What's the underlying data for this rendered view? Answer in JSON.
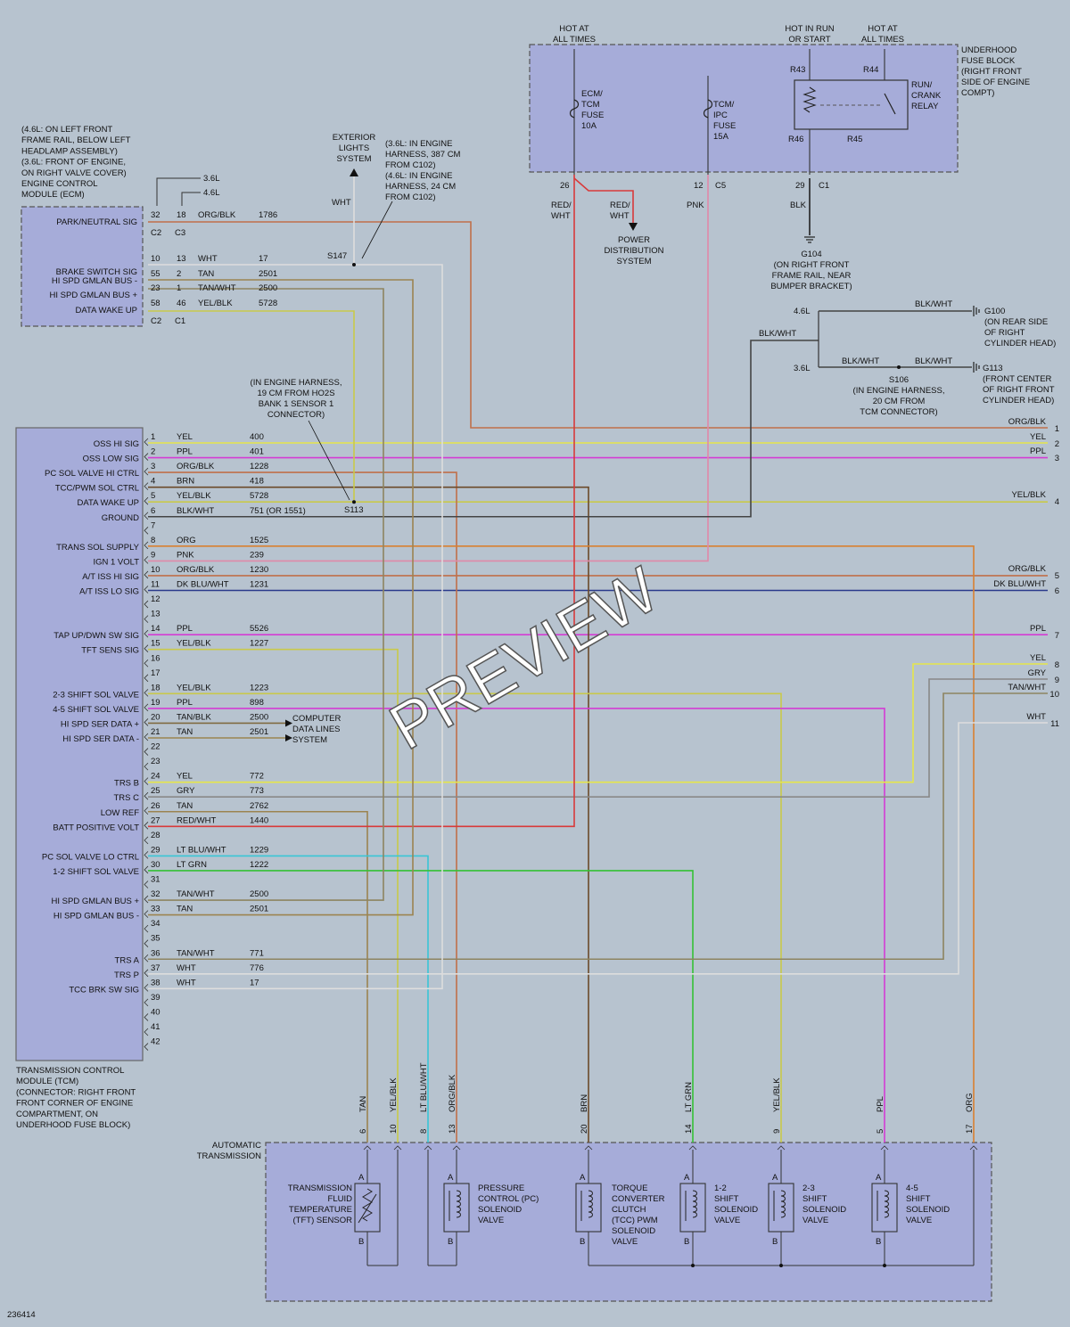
{
  "doc_id": "236414",
  "watermark": "PREVIEW",
  "colors": {
    "ORG/BLK": "#c0704a",
    "YEL": "#e6e64a",
    "PPL": "#d43cd4",
    "BRN": "#6b4a2a",
    "YEL/BLK": "#c9c94a",
    "BLK/WHT": "#444444",
    "ORG": "#d98030",
    "PNK": "#e089a8",
    "DK BLU/WHT": "#2a3a8c",
    "TAN": "#9c8450",
    "TAN/WHT": "#8d8460",
    "TAN/BLK": "#806a40",
    "GRY": "#888888",
    "RED/WHT": "#d83a3a",
    "LT BLU/WHT": "#39c5d6",
    "LT GRN": "#35c135",
    "WHT": "#dddddd",
    "BLK": "#222222"
  },
  "ecm": {
    "desc": [
      "(4.6L: ON LEFT FRONT",
      "FRAME RAIL, BELOW LEFT",
      "HEADLAMP ASSEMBLY)",
      "(3.6L: FRONT OF ENGINE,",
      "ON RIGHT VALVE COVER)",
      "ENGINE CONTROL",
      "MODULE (ECM)"
    ],
    "label_36": "3.6L",
    "label_46": "4.6L",
    "conn_a": "C2",
    "conn_b": "C3",
    "conn_c": "C2",
    "conn_d": "C1",
    "rows": [
      {
        "func": "PARK/NEUTRAL SIG",
        "p36": "32",
        "p46": "18",
        "color": "ORG/BLK",
        "circuit": "1786"
      },
      {
        "func": "",
        "p36": "10",
        "p46": "13",
        "color": "WHT",
        "circuit": "17"
      },
      {
        "func": "BRAKE SWITCH SIG",
        "p36": "",
        "p46": "",
        "color": "",
        "circuit": ""
      },
      {
        "func": "HI SPD GMLAN BUS -",
        "p36": "55",
        "p46": "2",
        "color": "TAN",
        "circuit": "2501"
      },
      {
        "func": "HI SPD GMLAN BUS +",
        "p36": "23",
        "p46": "1",
        "color": "TAN/WHT",
        "circuit": "2500"
      },
      {
        "func": "DATA WAKE UP",
        "p36": "58",
        "p46": "46",
        "color": "YEL/BLK",
        "circuit": "5728"
      }
    ]
  },
  "exterior": {
    "title": [
      "EXTERIOR",
      "LIGHTS",
      "SYSTEM"
    ],
    "wire": "WHT",
    "splice": "S147",
    "note": [
      "(3.6L: IN ENGINE",
      "HARNESS, 387 CM",
      "FROM C102)",
      "(4.6L: IN ENGINE",
      "HARNESS, 24 CM",
      "FROM C102)"
    ]
  },
  "fuse_block": {
    "title": [
      "UNDERHOOD",
      "FUSE BLOCK",
      "(RIGHT FRONT",
      "SIDE OF ENGINE",
      "COMPT)"
    ],
    "hot1": [
      "HOT AT",
      "ALL TIMES"
    ],
    "hot2": [
      "HOT IN RUN",
      "OR START"
    ],
    "hot3": [
      "HOT AT",
      "ALL TIMES"
    ],
    "fuse1": [
      "ECM/",
      "TCM",
      "FUSE",
      "10A"
    ],
    "fuse2": [
      "TCM/",
      "IPC",
      "FUSE",
      "15A"
    ],
    "relay": [
      "RUN/",
      "CRANK",
      "RELAY"
    ],
    "r43": "R43",
    "r44": "R44",
    "r46": "R46",
    "r45": "R45",
    "pin26": "26",
    "pin12": "12",
    "conn12": "C5",
    "pin29": "29",
    "conn29": "C1",
    "w_redwht1": [
      "RED/",
      "WHT"
    ],
    "w_redwht2": [
      "RED/",
      "WHT"
    ],
    "w_pnk": "PNK",
    "w_blk": "BLK",
    "power": [
      "POWER",
      "DISTRIBUTION",
      "SYSTEM"
    ],
    "g104": [
      "G104",
      "(ON RIGHT FRONT",
      "FRAME RAIL, NEAR",
      "BUMPER BRACKET)"
    ]
  },
  "ground_right": {
    "l46": "4.6L",
    "l36": "3.6L",
    "blkwht1": "BLK/WHT",
    "blkwht2": "BLK/WHT",
    "blkwht3": "BLK/WHT",
    "blkwht4": "BLK/WHT",
    "g100": [
      "G100",
      "(ON REAR SIDE",
      "OF RIGHT",
      "CYLINDER HEAD)"
    ],
    "g113": [
      "G113",
      "(FRONT CENTER",
      "OF RIGHT FRONT",
      "CYLINDER HEAD)"
    ],
    "s106": [
      "S106",
      "(IN ENGINE HARNESS,",
      "20 CM FROM",
      "TCM CONNECTOR)"
    ]
  },
  "s113": {
    "label": "S113",
    "note": [
      "(IN ENGINE HARNESS,",
      "19 CM FROM HO2S",
      "BANK 1 SENSOR 1",
      "CONNECTOR)"
    ]
  },
  "tcm": {
    "desc": [
      "TRANSMISSION CONTROL",
      "MODULE (TCM)",
      "(CONNECTOR: RIGHT FRONT",
      "FRONT CORNER OF ENGINE",
      "COMPARTMENT, ON",
      "UNDERHOOD FUSE BLOCK)"
    ],
    "pins": [
      {
        "pin": "1",
        "func": "OSS HI SIG",
        "color": "YEL",
        "circuit": "400"
      },
      {
        "pin": "2",
        "func": "OSS LOW SIG",
        "color": "PPL",
        "circuit": "401"
      },
      {
        "pin": "3",
        "func": "PC SOL VALVE HI CTRL",
        "color": "ORG/BLK",
        "circuit": "1228"
      },
      {
        "pin": "4",
        "func": "TCC/PWM SOL CTRL",
        "color": "BRN",
        "circuit": "418"
      },
      {
        "pin": "5",
        "func": "DATA WAKE UP",
        "color": "YEL/BLK",
        "circuit": "5728"
      },
      {
        "pin": "6",
        "func": "GROUND",
        "color": "BLK/WHT",
        "circuit": "751 (OR 1551)"
      },
      {
        "pin": "7",
        "func": "",
        "color": "",
        "circuit": ""
      },
      {
        "pin": "8",
        "func": "TRANS SOL SUPPLY",
        "color": "ORG",
        "circuit": "1525"
      },
      {
        "pin": "9",
        "func": "IGN 1 VOLT",
        "color": "PNK",
        "circuit": "239"
      },
      {
        "pin": "10",
        "func": "A/T ISS HI SIG",
        "color": "ORG/BLK",
        "circuit": "1230"
      },
      {
        "pin": "11",
        "func": "A/T ISS LO SIG",
        "color": "DK BLU/WHT",
        "circuit": "1231"
      },
      {
        "pin": "12",
        "func": "",
        "color": "",
        "circuit": ""
      },
      {
        "pin": "13",
        "func": "",
        "color": "",
        "circuit": ""
      },
      {
        "pin": "14",
        "func": "TAP UP/DWN SW SIG",
        "color": "PPL",
        "circuit": "5526"
      },
      {
        "pin": "15",
        "func": "TFT SENS SIG",
        "color": "YEL/BLK",
        "circuit": "1227"
      },
      {
        "pin": "16",
        "func": "",
        "color": "",
        "circuit": ""
      },
      {
        "pin": "17",
        "func": "",
        "color": "",
        "circuit": ""
      },
      {
        "pin": "18",
        "func": "2-3 SHIFT SOL VALVE",
        "color": "YEL/BLK",
        "circuit": "1223"
      },
      {
        "pin": "19",
        "func": "4-5 SHIFT SOL VALVE",
        "color": "PPL",
        "circuit": "898"
      },
      {
        "pin": "20",
        "func": "HI SPD SER DATA +",
        "color": "TAN/BLK",
        "circuit": "2500"
      },
      {
        "pin": "21",
        "func": "HI SPD SER DATA -",
        "color": "TAN",
        "circuit": "2501"
      },
      {
        "pin": "22",
        "func": "",
        "color": "",
        "circuit": ""
      },
      {
        "pin": "23",
        "func": "",
        "color": "",
        "circuit": ""
      },
      {
        "pin": "24",
        "func": "TRS B",
        "color": "YEL",
        "circuit": "772"
      },
      {
        "pin": "25",
        "func": "TRS C",
        "color": "GRY",
        "circuit": "773"
      },
      {
        "pin": "26",
        "func": "LOW REF",
        "color": "TAN",
        "circuit": "2762"
      },
      {
        "pin": "27",
        "func": "BATT POSITIVE VOLT",
        "color": "RED/WHT",
        "circuit": "1440"
      },
      {
        "pin": "28",
        "func": "",
        "color": "",
        "circuit": ""
      },
      {
        "pin": "29",
        "func": "PC SOL VALVE LO CTRL",
        "color": "LT BLU/WHT",
        "circuit": "1229"
      },
      {
        "pin": "30",
        "func": "1-2 SHIFT SOL VALVE",
        "color": "LT GRN",
        "circuit": "1222"
      },
      {
        "pin": "31",
        "func": "",
        "color": "",
        "circuit": ""
      },
      {
        "pin": "32",
        "func": "HI SPD GMLAN BUS +",
        "color": "TAN/WHT",
        "circuit": "2500"
      },
      {
        "pin": "33",
        "func": "HI SPD GMLAN BUS -",
        "color": "TAN",
        "circuit": "2501"
      },
      {
        "pin": "34",
        "func": "",
        "color": "",
        "circuit": ""
      },
      {
        "pin": "35",
        "func": "",
        "color": "",
        "circuit": ""
      },
      {
        "pin": "36",
        "func": "TRS A",
        "color": "TAN/WHT",
        "circuit": "771"
      },
      {
        "pin": "37",
        "func": "TRS P",
        "color": "WHT",
        "circuit": "776"
      },
      {
        "pin": "38",
        "func": "TCC BRK SW SIG",
        "color": "WHT",
        "circuit": "17"
      },
      {
        "pin": "39",
        "func": "",
        "color": "",
        "circuit": ""
      },
      {
        "pin": "40",
        "func": "",
        "color": "",
        "circuit": ""
      },
      {
        "pin": "41",
        "func": "",
        "color": "",
        "circuit": ""
      },
      {
        "pin": "42",
        "func": "",
        "color": "",
        "circuit": ""
      }
    ]
  },
  "computer_data": [
    "COMPUTER",
    "DATA LINES",
    "SYSTEM"
  ],
  "right_exits": [
    {
      "n": "1",
      "color": "ORG/BLK"
    },
    {
      "n": "2",
      "color": "YEL"
    },
    {
      "n": "3",
      "color": "PPL"
    },
    {
      "n": "4",
      "color": "YEL/BLK"
    },
    {
      "n": "5",
      "color": "ORG/BLK"
    },
    {
      "n": "6",
      "color": "DK BLU/WHT"
    },
    {
      "n": "7",
      "color": "PPL"
    },
    {
      "n": "8",
      "color": "YEL"
    },
    {
      "n": "9",
      "color": "GRY"
    },
    {
      "n": "10",
      "color": "TAN/WHT"
    },
    {
      "n": "11",
      "color": "WHT"
    }
  ],
  "transmission": {
    "title": [
      "AUTOMATIC",
      "TRANSMISSION"
    ],
    "pins": [
      {
        "pin": "6",
        "color": "TAN"
      },
      {
        "pin": "10",
        "color": "YEL/BLK"
      },
      {
        "pin": "8",
        "color": "LT BLU/WHT"
      },
      {
        "pin": "13",
        "color": "ORG/BLK"
      },
      {
        "pin": "20",
        "color": "BRN"
      },
      {
        "pin": "14",
        "color": "LT GRN"
      },
      {
        "pin": "9",
        "color": "YEL/BLK"
      },
      {
        "pin": "5",
        "color": "PPL"
      },
      {
        "pin": "17",
        "color": "ORG"
      }
    ],
    "components": [
      {
        "label": [
          "TRANSMISSION",
          "FLUID",
          "TEMPERATURE",
          "(TFT) SENSOR"
        ],
        "a": "A",
        "b": "B"
      },
      {
        "label": [
          "PRESSURE",
          "CONTROL (PC)",
          "SOLENOID",
          "VALVE"
        ],
        "a": "A",
        "b": "B"
      },
      {
        "label": [
          "TORQUE",
          "CONVERTER",
          "CLUTCH",
          "(TCC) PWM",
          "SOLENOID",
          "VALVE"
        ],
        "a": "A",
        "b": "B"
      },
      {
        "label": [
          "1-2",
          "SHIFT",
          "SOLENOID",
          "VALVE"
        ],
        "a": "A",
        "b": "B"
      },
      {
        "label": [
          "2-3",
          "SHIFT",
          "SOLENOID",
          "VALVE"
        ],
        "a": "A",
        "b": "B"
      },
      {
        "label": [
          "4-5",
          "SHIFT",
          "SOLENOID",
          "VALVE"
        ],
        "a": "A",
        "b": "B"
      }
    ]
  }
}
